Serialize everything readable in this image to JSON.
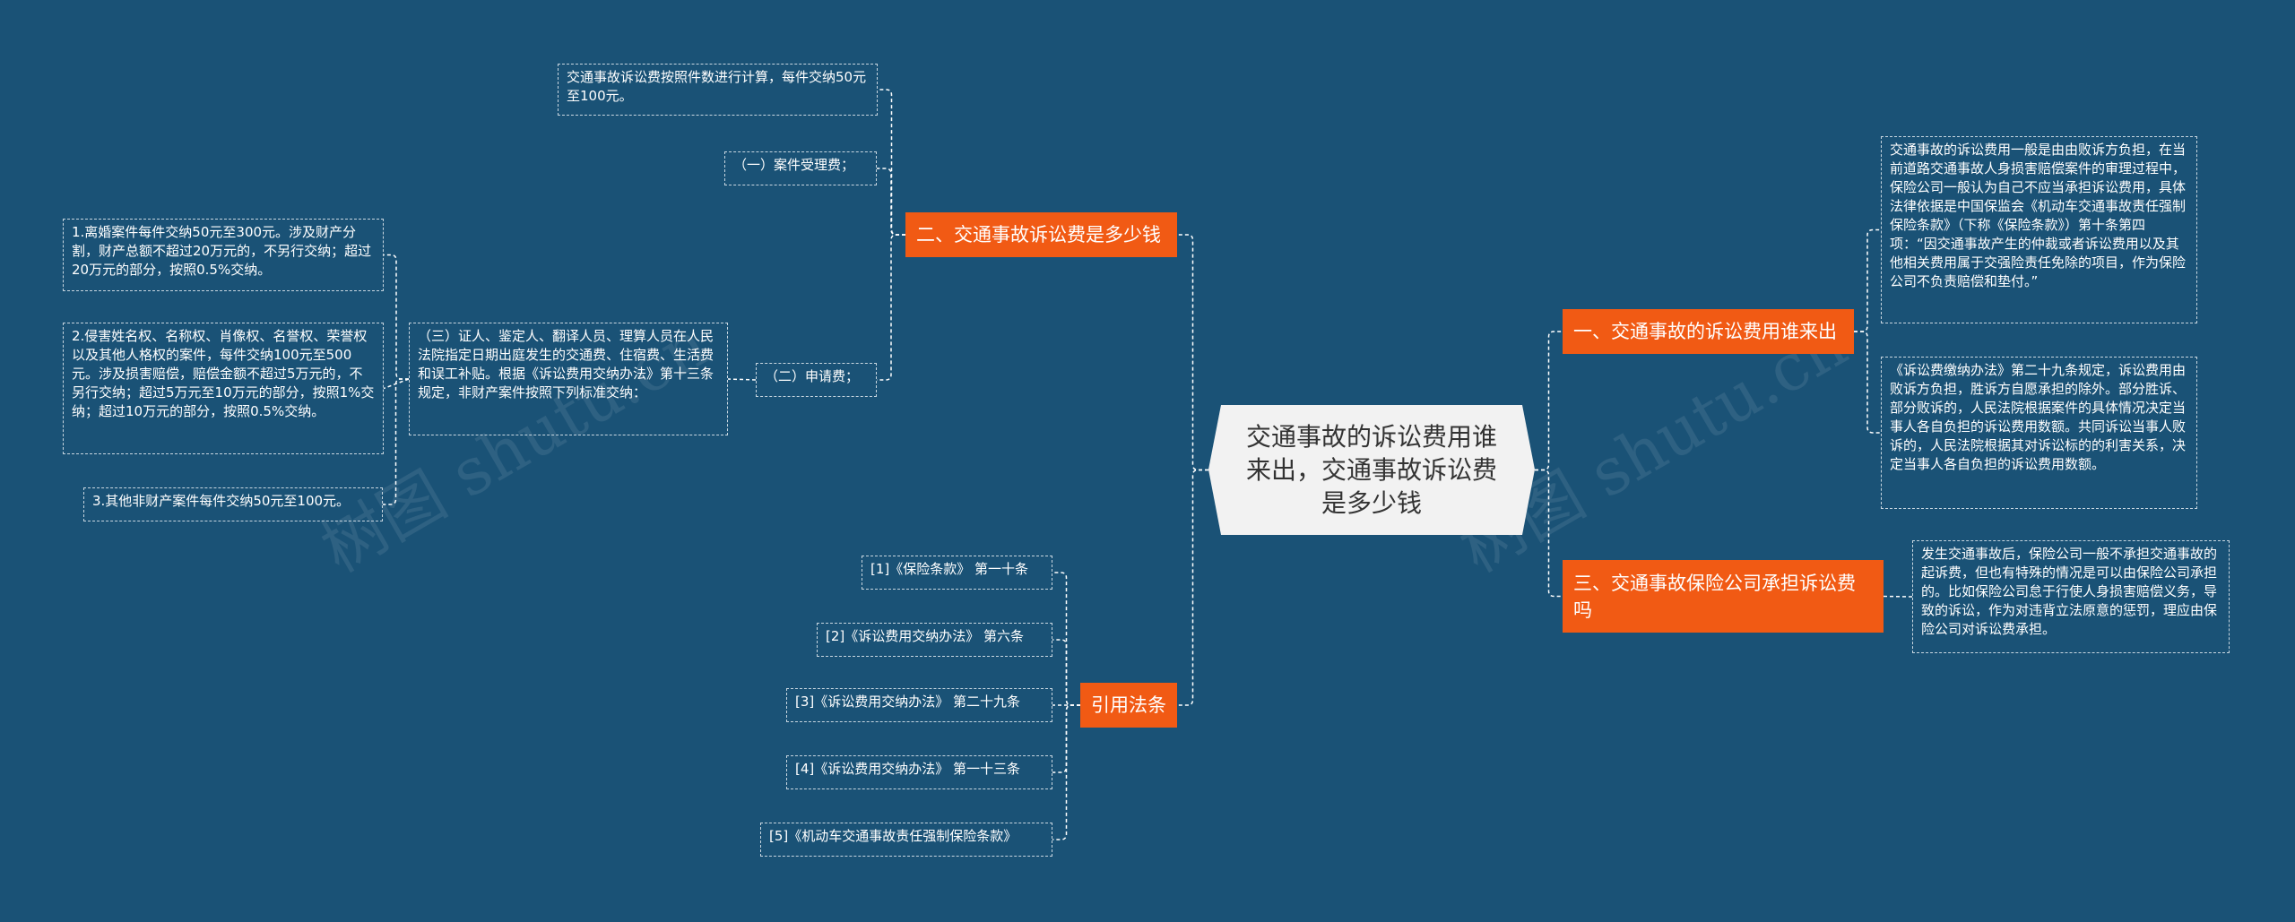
{
  "watermark": "树图 shutu.cn",
  "root": {
    "title": "交通事故的诉讼费用谁来出，交通事故诉讼费是多少钱"
  },
  "branches": {
    "b1": {
      "label": "二、交通事故诉讼费是多少钱"
    },
    "b2": {
      "label": "一、交通事故的诉讼费用谁来出"
    },
    "b3": {
      "label": "三、交通事故保险公司承担诉讼费吗"
    },
    "b4": {
      "label": "引用法条"
    }
  },
  "leaves": {
    "l_case_calc": "交通事故诉讼费按照件数进行计算，每件交纳50元至100元。",
    "l_case_fee": "（一）案件受理费；",
    "l_apply_fee": "（二）申请费；",
    "l_third": "（三）证人、鉴定人、翻译人员、理算人员在人民法院指定日期出庭发生的交通费、住宿费、生活费和误工补贴。根据《诉讼费用交纳办法》第十三条规定，非财产案件按照下列标准交纳：",
    "l_divorce": "1.离婚案件每件交纳50元至300元。涉及财产分割，财产总额不超过20万元的，不另行交纳；超过20万元的部分，按照0.5%交纳。",
    "l_rights": "2.侵害姓名权、名称权、肖像权、名誉权、荣誉权以及其他人格权的案件，每件交纳100元至500元。涉及损害赔偿，赔偿金额不超过5万元的，不另行交纳；超过5万元至10万元的部分，按照1%交纳；超过10万元的部分，按照0.5%交纳。",
    "l_other": "3.其他非财产案件每件交纳50元至100元。",
    "l_who1": "交通事故的诉讼费用一般是由由败诉方负担，在当前道路交通事故人身损害赔偿案件的审理过程中，保险公司一般认为自己不应当承担诉讼费用，具体法律依据是中国保监会《机动车交通事故责任强制保险条款》（下称《保险条款》）第十条第四项：“因交通事故产生的仲裁或者诉讼费用以及其他相关费用属于交强险责任免除的项目，作为保险公司不负责赔偿和垫付。”",
    "l_who2": "《诉讼费缴纳办法》第二十九条规定，诉讼费用由败诉方负担，胜诉方自愿承担的除外。部分胜诉、部分败诉的，人民法院根据案件的具体情况决定当事人各自负担的诉讼费用数额。共同诉讼当事人败诉的，人民法院根据其对诉讼标的的利害关系，决定当事人各自负担的诉讼费用数额。",
    "l_ins": "发生交通事故后，保险公司一般不承担交通事故的起诉费，但也有特殊的情况是可以由保险公司承担的。比如保险公司怠于行使人身损害赔偿义务，导致的诉讼，作为对违背立法原意的惩罚，理应由保险公司对诉讼费承担。",
    "l_law1": "[1]《保险条款》 第一十条",
    "l_law2": "[2]《诉讼费用交纳办法》 第六条",
    "l_law3": "[3]《诉讼费用交纳办法》 第二十九条",
    "l_law4": "[4]《诉讼费用交纳办法》 第一十三条",
    "l_law5": "[5]《机动车交通事故责任强制保险条款》"
  },
  "colors": {
    "background": "#1a5276",
    "branch": "#f15a14",
    "root_fill": "#f2f2f2",
    "connector": "#ffffff"
  }
}
